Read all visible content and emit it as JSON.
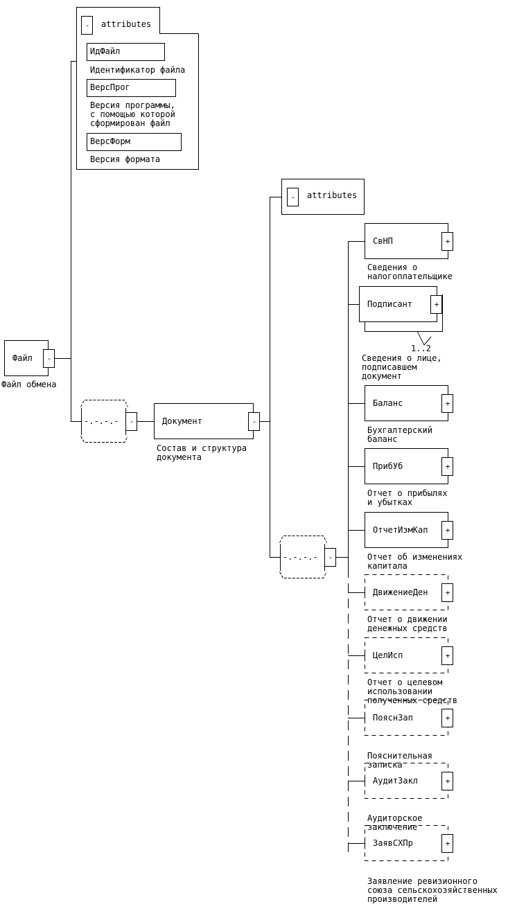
{
  "root": {
    "name": "Файл",
    "description": "Файл обмена",
    "toggle": "-",
    "attributes": {
      "header": "attributes",
      "toggle": "-",
      "items": [
        {
          "name": "ИдФайл",
          "description": "Идентификатор файла"
        },
        {
          "name": "ВерсПрог",
          "description": "Версия программы,\nс помощью которой\nсформирован файл"
        },
        {
          "name": "ВерсФорм",
          "description": "Версия формата"
        }
      ]
    },
    "sequence": {
      "glyph": "-.-.-.-",
      "toggle": "-"
    }
  },
  "document": {
    "name": "Документ",
    "description": "Состав и структура\nдокумента",
    "toggle": "-",
    "attributes": {
      "header": "attributes",
      "toggle": "-"
    },
    "sequence": {
      "glyph": "-.-.-.-",
      "toggle": "-"
    },
    "children": [
      {
        "name": "СвНП",
        "description": "Сведения о\nналогоплательщике",
        "toggle": "+",
        "optional": false
      },
      {
        "name": "Подписант",
        "description": "Сведения о лице,\nподписавшем\nдокумент",
        "toggle": "+",
        "optional": false,
        "multiplicity": "1..2"
      },
      {
        "name": "Баланс",
        "description": "Бухгалтерский\nбаланс",
        "toggle": "+",
        "optional": false
      },
      {
        "name": "ПрибУб",
        "description": "Отчет о прибылях\nи убытках",
        "toggle": "+",
        "optional": false
      },
      {
        "name": "ОтчетИзмКап",
        "description": "Отчет об изменениях\nкапитала",
        "toggle": "+",
        "optional": false
      },
      {
        "name": "ДвижениеДен",
        "description": "Отчет о движении\nденежных средств",
        "toggle": "+",
        "optional": true
      },
      {
        "name": "ЦелИсп",
        "description": "Отчет о целевом\nиспользовании\nполученных средств",
        "toggle": "+",
        "optional": true
      },
      {
        "name": "ПояснЗап",
        "description": "Пояснительная\nзаписка",
        "toggle": "+",
        "optional": true
      },
      {
        "name": "АудитЗакл",
        "description": "Аудиторское\nзаключение",
        "toggle": "+",
        "optional": true
      },
      {
        "name": "ЗаявСХПр",
        "description": "Заявление ревизионного\nсоюза сельскохозяйственных\nпроизводителей",
        "toggle": "+",
        "optional": true
      }
    ]
  },
  "colors": {
    "line": "#000000",
    "background": "#ffffff"
  }
}
